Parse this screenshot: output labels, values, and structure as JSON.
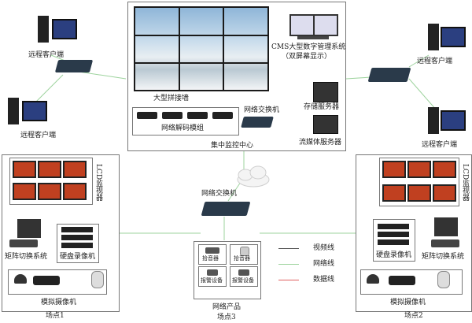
{
  "colors": {
    "video_line": "#555555",
    "network_line": "#9dd39d",
    "data_line": "#e06060",
    "switch_body": "#2a3a4a"
  },
  "center": {
    "video_wall_label": "大型拼接墙",
    "cms_label_line1": "CMS大型数字管理系统",
    "cms_label_line2": "（双屏幕显示）",
    "decoder_label": "网络解码模组",
    "switch_label": "网络交换机",
    "storage_label": "存储服务器",
    "stream_label": "流媒体服务器",
    "center_label": "集中监控中心"
  },
  "remote": {
    "tl1": "远程客户端",
    "tl2": "远程客户端",
    "tr1": "远程客户端",
    "tr2": "远程客户端"
  },
  "middle": {
    "switch_label": "网络交换机"
  },
  "site1": {
    "lcd_label": "LCD监视器",
    "matrix_label": "矩阵切换系统",
    "dvr_label": "硬盘录像机",
    "camera_label": "模拟摄像机",
    "site_label": "场点1"
  },
  "site2": {
    "lcd_label": "LCD监视器",
    "dvr_label": "硬盘录像机",
    "matrix_label": "矩阵切换系统",
    "camera_label": "模拟摄像机",
    "site_label": "场点2"
  },
  "site3": {
    "tiles": [
      "拾音器",
      "拾音器",
      "报警设备",
      "报警设备"
    ],
    "product_label": "网络产品",
    "site_label": "场点3"
  },
  "legend": [
    {
      "label": "视频线"
    },
    {
      "label": "网络线"
    },
    {
      "label": "数据线"
    }
  ]
}
